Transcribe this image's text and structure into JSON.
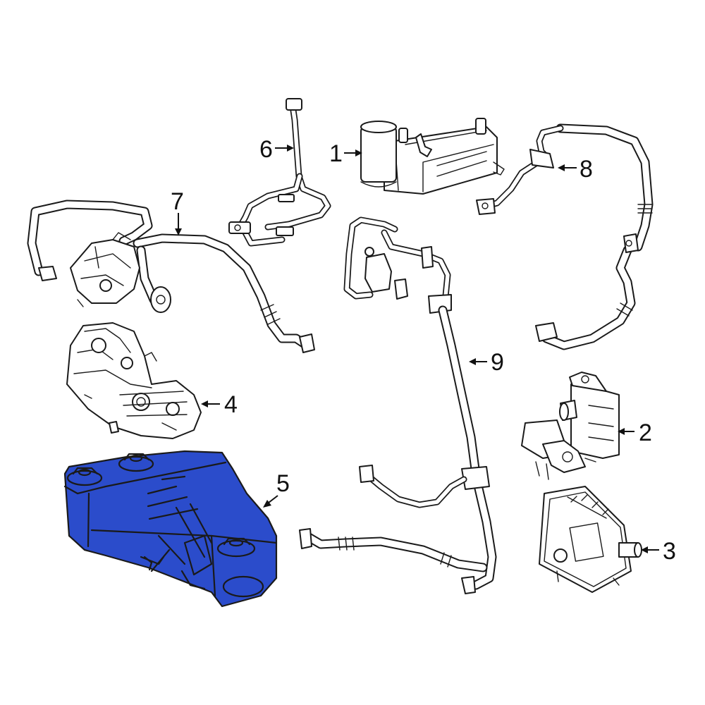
{
  "colors": {
    "highlight_fill": "#2B4CCB",
    "line": "#1A1A1A",
    "background": "#FFFFFF"
  },
  "highlighted_part": "5",
  "callouts": [
    {
      "id": "c1",
      "label": "1"
    },
    {
      "id": "c2",
      "label": "2"
    },
    {
      "id": "c3",
      "label": "3"
    },
    {
      "id": "c4",
      "label": "4"
    },
    {
      "id": "c5",
      "label": "5"
    },
    {
      "id": "c6",
      "label": "6"
    },
    {
      "id": "c7",
      "label": "7"
    },
    {
      "id": "c8",
      "label": "8"
    },
    {
      "id": "c9",
      "label": "9"
    }
  ]
}
